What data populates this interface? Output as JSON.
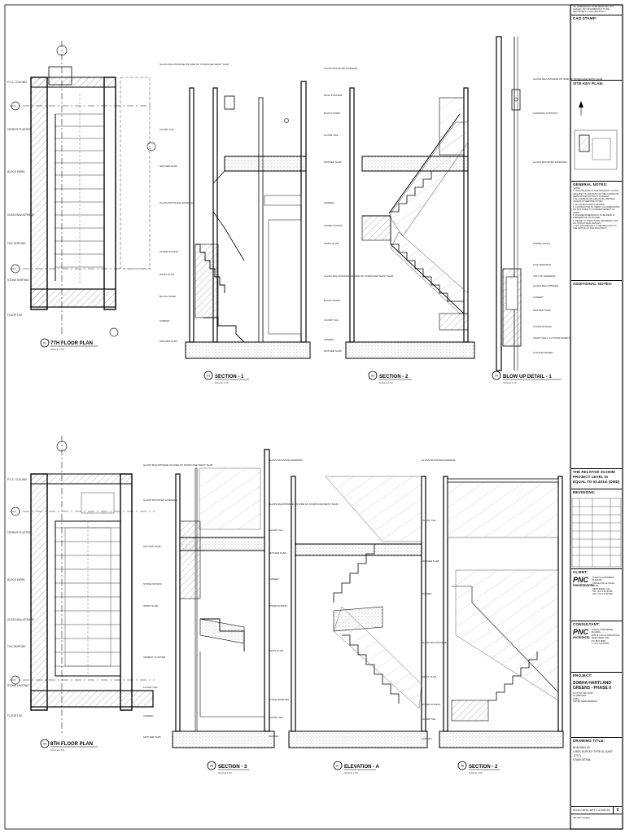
{
  "drawings": {
    "plan_7": {
      "number": "01",
      "title": "7TH FLOOR PLAN",
      "scale": "SCALE 1:50"
    },
    "section_1": {
      "number": "02",
      "title": "SECTION - 1",
      "scale": "SCALE 1:50"
    },
    "section_2_top": {
      "number": "03",
      "title": "SECTION - 2",
      "scale": "SCALE 1:50"
    },
    "blow_up": {
      "number": "04",
      "title": "BLOW UP DETAIL - 1",
      "scale": "SCALE 1:10"
    },
    "plan_8": {
      "number": "05",
      "title": "8TH FLOOR PLAN",
      "scale": "SCALE 1:50"
    },
    "section_3": {
      "number": "06",
      "title": "SECTION - 3",
      "scale": "SCALE 1:50"
    },
    "elevation_a": {
      "number": "07",
      "title": "ELEVATION - A",
      "scale": "SCALE 1:50"
    },
    "section_2_bottom": {
      "number": "08",
      "title": "SECTION - 2",
      "scale": "SCALE 1:50"
    }
  },
  "labels": {
    "pcc": "P.C.C. COLUMN",
    "cement_plaster": "CEMENT PLASTER",
    "block_work": "BLOCK WORK",
    "glass_balustrade": "GLASS BALUSTRADE ON SIDE OF STAIRCASE WAIST SLAB",
    "tile_skirting": "TILE SKIRTING",
    "stone_skirting": "STONE SKIRTING",
    "floor_tile": "FLOOR TILE",
    "glass_handrail": "GLASS MOUNTED HANDRAIL",
    "wall_plaster": "WALL PLASTER",
    "mother_slab": "MOTHER SLAB",
    "stone_nosing": "STONE NOSING",
    "waist_slab": "WAIST SLAB",
    "screed": "SCREED",
    "handrail_support": "HANDRAIL SUPPORT",
    "glass_balustrade_short": "GLASS BALUSTRADE",
    "stone_finish": "STONE FINISH",
    "tile_adhesive": "TILE ADHESIVE",
    "unit_of_handrail": "UNIT OF HANDRAIL",
    "gypsum_board": "GYPSUM BOARD",
    "shaft_wall": "SHAFT WALL (GYPSUM PANELS)"
  },
  "titleblock": {
    "top_note": "ALL DIMENSIONS TO BE READ AND NOT SCALED. ANY DISCREPANCY TO BE REPORTED TO THE ARCHITECT.",
    "stamp_label": "CAD STAMP:",
    "key_plan_label": "SITE KEY PLAN:",
    "general_notes_label": "GENERAL NOTES:",
    "notes": [
      "NOTES:",
      "1. THIS DRAWING IS THE PROPERTY OF PNC ARCHITECTS AND MUST NOT BE COPIED OR REPRODUCED WITHOUT CONSENT.",
      "2. ALL DIMENSIONS ARE IN MILLIMETRES UNLESS OTHERWISE NOTED.",
      "3. ALL LEVELS ARE IN METRES.",
      "4. CONTRACTOR TO VERIFY ALL DIMENSIONS ON SITE PRIOR TO COMMENCEMENT OF WORK.",
      "5. FIGURED DIMENSIONS TO BE READ IN PREFERENCE TO SCALED.",
      "6. REFER TO STRUCTURAL DRAWINGS FOR ALL STRUCTURAL DETAILS.",
      "7. ANY DISCREPANCY TO BE BROUGHT TO THE NOTICE OF THE ARCHITECT."
    ],
    "additional_notes_label": "ADDITIONAL NOTES:",
    "level_note": "THE RELATIVE ±0.000M PROJECT LEVEL IS EQUAL TO 53.401m (DMD)",
    "revisions_label": "REVISIONS:",
    "client_label": "CLIENT:",
    "client_logo": "PNC",
    "client_logo_sub": "investments",
    "client_address": [
      "PUNIKALI SAPPORRER BUILDING,",
      "OFFICE G-06, AL RIGGA ROAD,",
      "DEIRA DUBAI, UAE",
      "TEL: +971 4 22 99 999",
      "FAX: +971 4 22 99 998"
    ],
    "consultant_label": "CONSULTANT:",
    "consultant_logo": "PNC",
    "consultant_logo_sub": "architects",
    "consultant_address": [
      "PUNIKALI SAPPORRER BUILDING,",
      "OFFICE G-06, AL RIGGA ROAD,",
      "DEIRA DUBAI, UAE",
      "P.O. BOX 15864",
      "T: +971 4 22 99 999"
    ],
    "project_label": "PROJECT:",
    "project_name": "SOBHA HARTLAND GREENS - PHASE II",
    "project_sub": [
      "PLOT NO. 6217-6016",
      "AL MERKADH",
      "DUBAI",
      "UNITED ARAB EMIRATES"
    ],
    "drawing_title_label": "DRAWING TITLE:",
    "drawing_title": [
      "BUILDING 02",
      "4 BED DUPLEX TYPE A1 (UNIT -2717)",
      "STAIR DETAIL"
    ],
    "drawing_no": "SD112-ARC-APT2-4-005-05",
    "rev_no": "0",
    "sheet_label": "DO NOT SCALE"
  }
}
